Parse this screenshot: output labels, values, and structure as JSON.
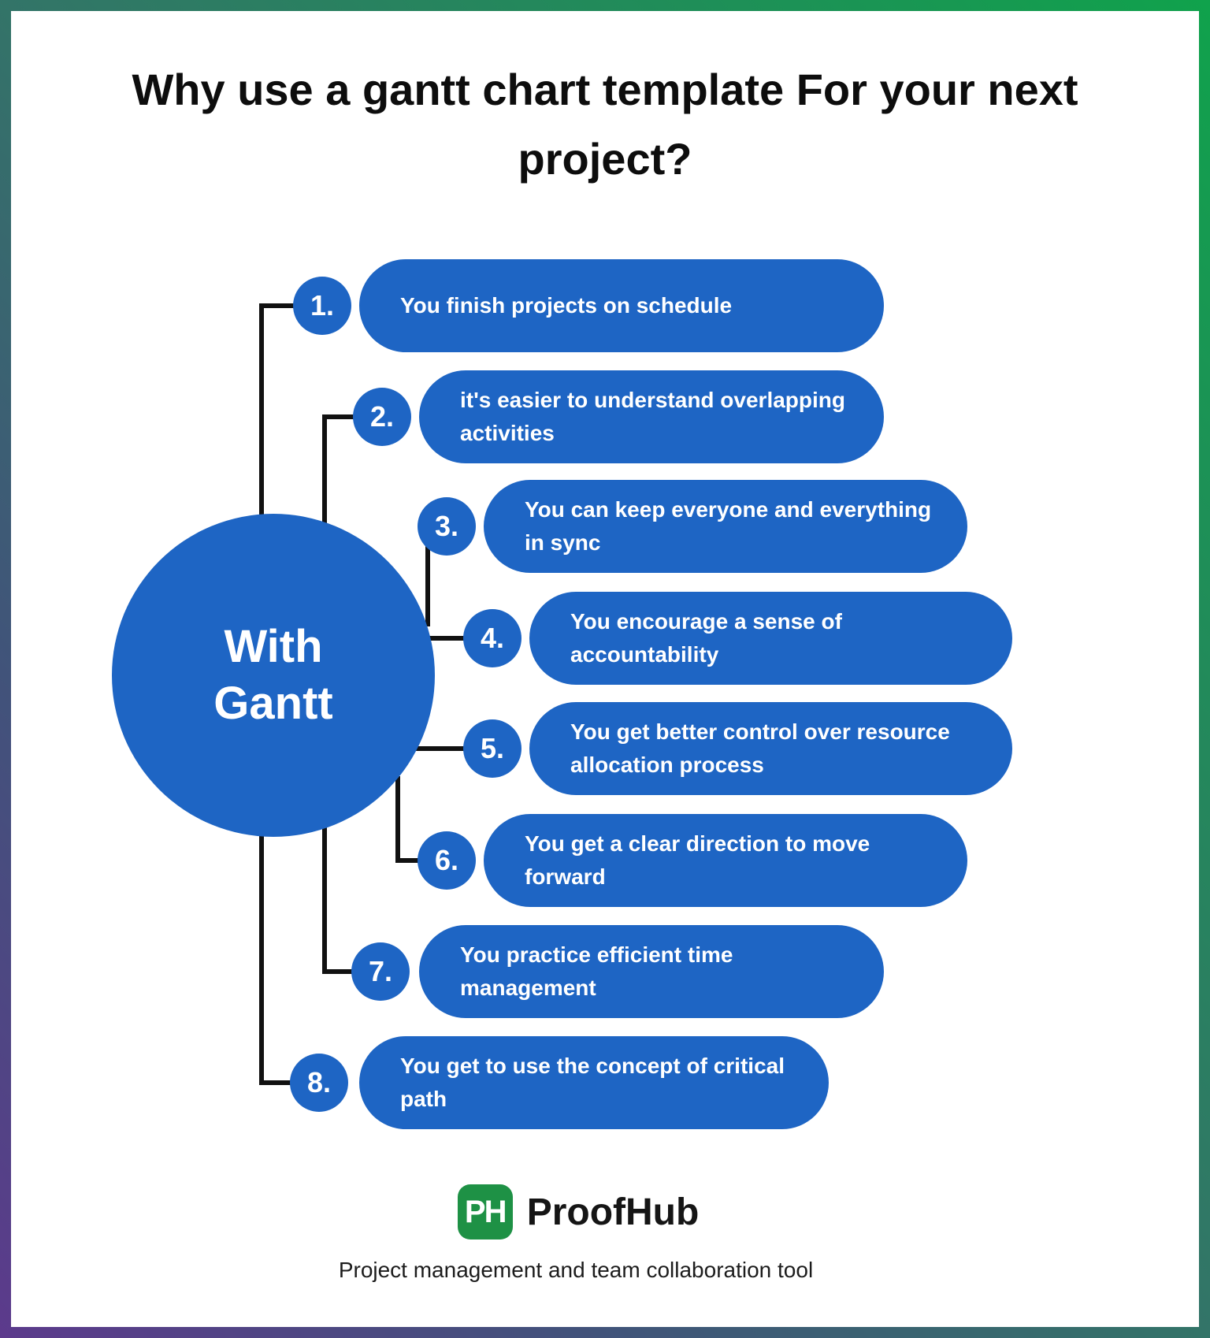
{
  "title": "Why use a gantt chart template For your next project?",
  "center": {
    "label": "With\nGantt"
  },
  "items": [
    {
      "number": "1.",
      "text": "You finish projects on schedule"
    },
    {
      "number": "2.",
      "text": "it's easier to understand overlapping\nactivities"
    },
    {
      "number": "3.",
      "text": "You can keep everyone and everything\nin sync"
    },
    {
      "number": "4.",
      "text": "You encourage a sense of\naccountability"
    },
    {
      "number": "5.",
      "text": "You get better control over resource\nallocation process"
    },
    {
      "number": "6.",
      "text": "You get a clear direction to move\nforward"
    },
    {
      "number": "7.",
      "text": "You practice efficient time\nmanagement"
    },
    {
      "number": "8.",
      "text": "You get to use the concept of critical\npath"
    }
  ],
  "footer": {
    "logo_monogram": "PH",
    "brand_name": "ProofHub",
    "tagline": "Project management and team collaboration tool"
  },
  "colors": {
    "node_blue": "#1e65c4",
    "connector_black": "#111111",
    "logo_green": "#1e9145",
    "frame_gradient": [
      "#10a24c",
      "#337468",
      "#41537a",
      "#5c3a8c"
    ]
  }
}
